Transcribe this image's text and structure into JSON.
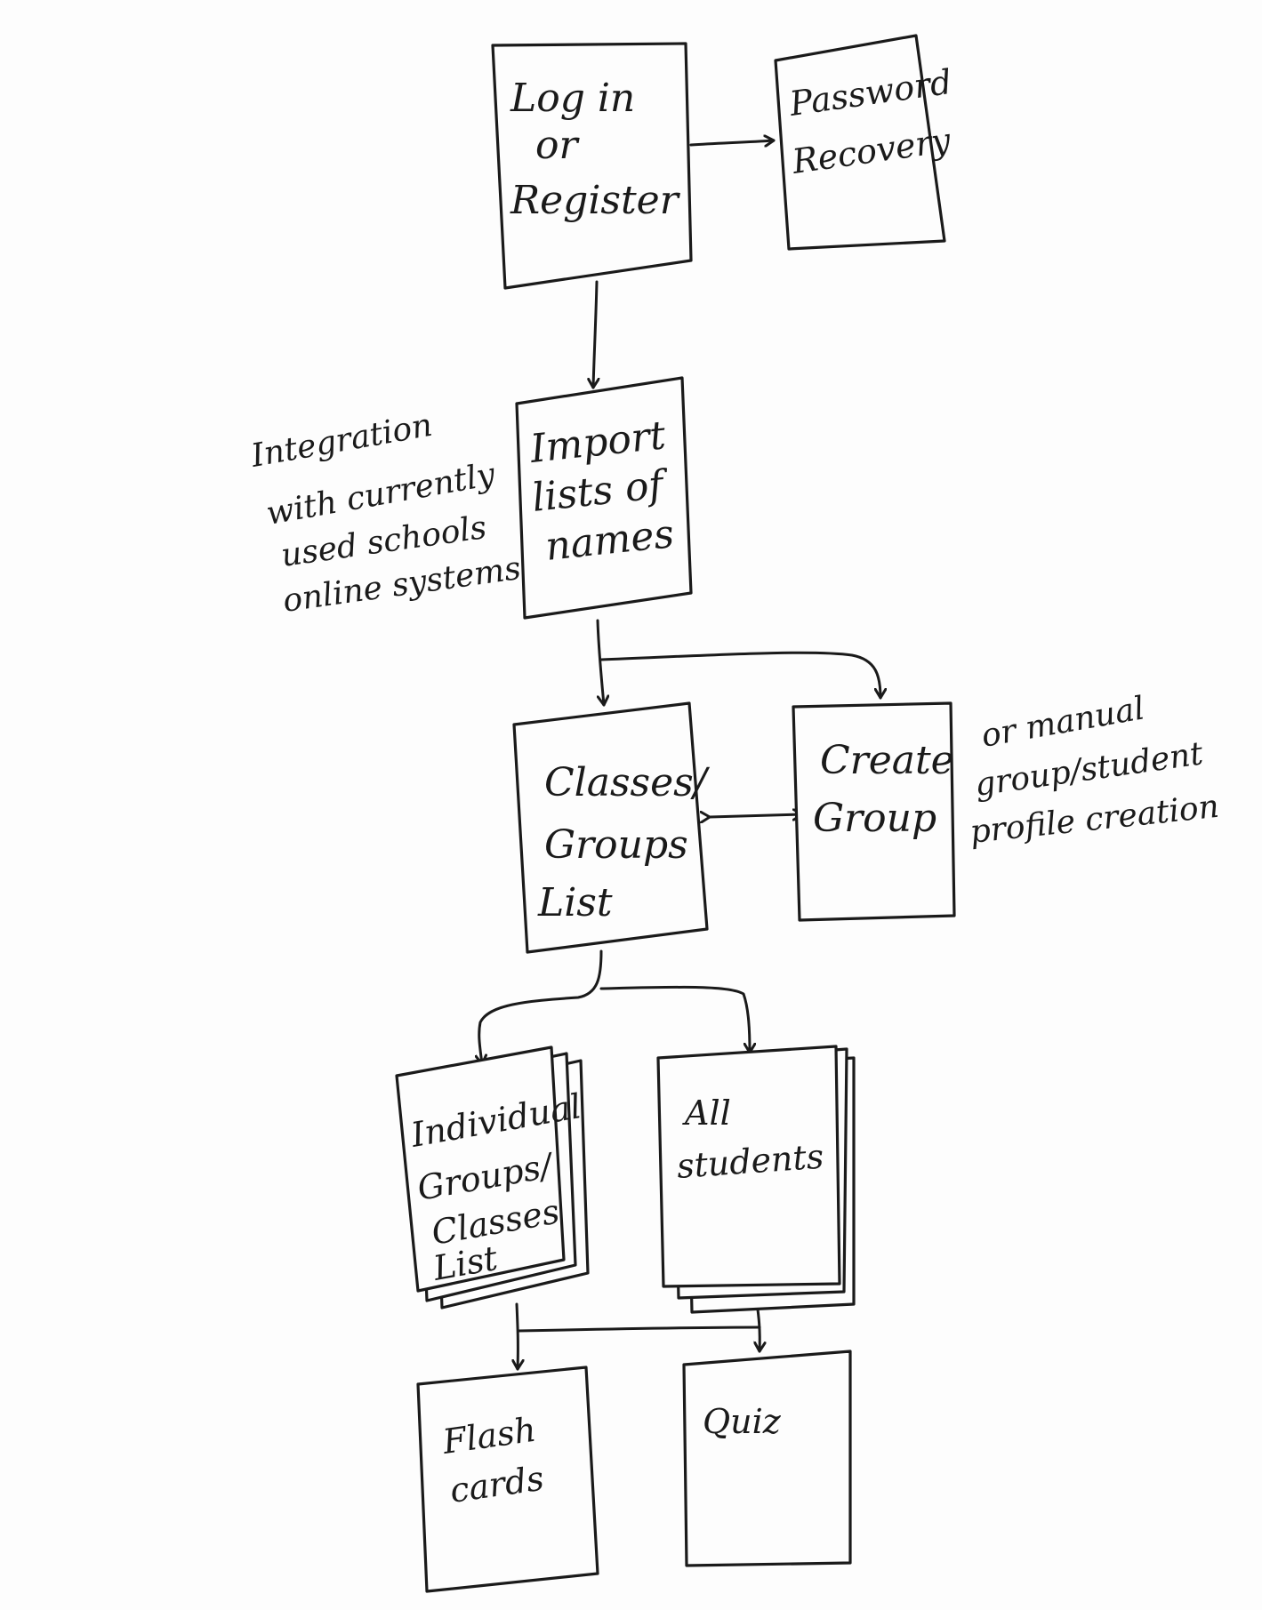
{
  "nodes": {
    "login": {
      "lines": [
        "Log in",
        "or",
        "Register"
      ]
    },
    "password": {
      "lines": [
        "Password",
        "Recovery"
      ]
    },
    "import": {
      "lines": [
        "Import",
        "lists of",
        "names"
      ]
    },
    "classes": {
      "lines": [
        "Classes/",
        "Groups",
        "List"
      ]
    },
    "create": {
      "lines": [
        "Create",
        "Group"
      ]
    },
    "individual": {
      "lines": [
        "Individual",
        "Groups/",
        "Classes",
        "List"
      ]
    },
    "all_students": {
      "lines": [
        "All",
        "students"
      ]
    },
    "flashcards": {
      "lines": [
        "Flash",
        "cards"
      ]
    },
    "quiz": {
      "lines": [
        "Quiz"
      ]
    }
  },
  "notes": {
    "integration": {
      "lines": [
        "Integration",
        "with currently",
        "used schools",
        "online systems"
      ]
    },
    "manual": {
      "lines": [
        "or manual",
        "group/student",
        "profile creation"
      ]
    }
  },
  "colors": {
    "ink": "#1a1a1a",
    "paper": "#fdfdfd"
  }
}
